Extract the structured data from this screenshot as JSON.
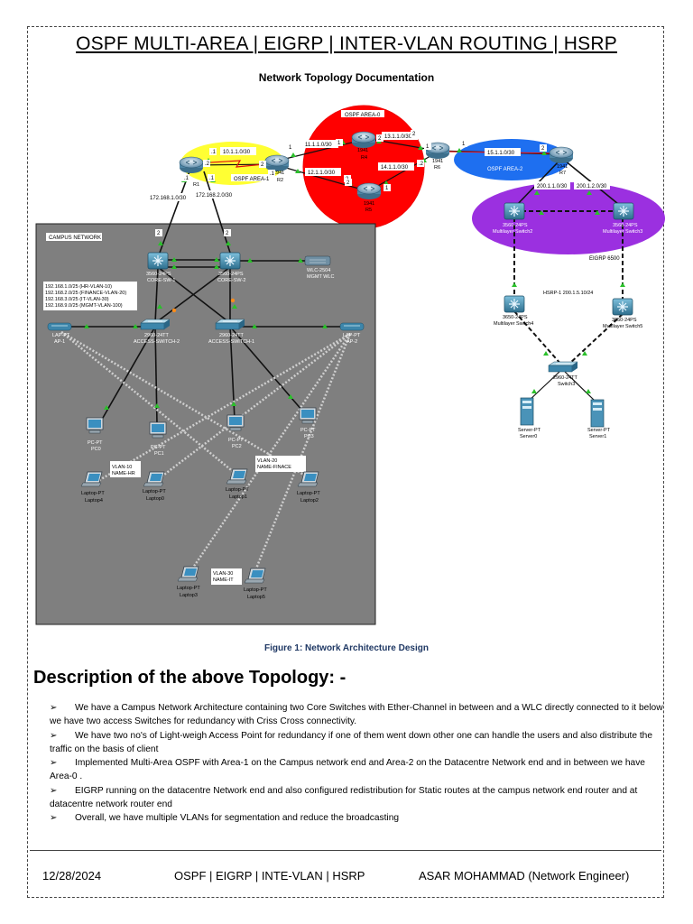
{
  "header": {
    "title": "OSPF MULTI-AREA | EIGRP | INTER-VLAN ROUTING | HSRP",
    "subtitle": "Network Topology Documentation"
  },
  "diagram": {
    "areas": {
      "area0": "OSPF AREA-0",
      "area1": "OSPF AREA-1",
      "area2": "OSPF AREA-2",
      "campus": "CAMPUS NETWORK",
      "eigrp": "EIGRP 6500"
    },
    "routers": {
      "r1": "R1",
      "r2_model": "1941",
      "r2": "R2",
      "r4_model": "1941",
      "r4": "R4",
      "r5_model": "1941",
      "r5": "R5",
      "r6_model": "1941",
      "r6": "R6",
      "r7_model": "1941",
      "r7": "R7"
    },
    "links": {
      "l1": "10.1.1.0/30",
      "l2": "11.1.1.0/30",
      "l3": "12.1.1.0/30",
      "l4": "13.1.1.0/30",
      "l5": "14.1.1.0/30",
      "l6": "15.1.1.0/30",
      "l7": "172.168.1.0/30",
      "l8": "172.168.2.0/30",
      "l9": "200.1.1.0/30",
      "l10": "200.1.2.0/30"
    },
    "port_numbers": {
      "p1": ".1",
      "p2": "2",
      "p3": ".2",
      "p4": "1",
      "p5": ".1",
      "p6": "2",
      "p7": "1",
      "p8": "2",
      "p9": ".2",
      "p10": "1",
      "p11": "2",
      "p12": "1",
      "p13": "2",
      "p14": "1",
      "p15": "2",
      "p16": ".1",
      "p17": ".1",
      "p18": "2",
      "p19": "2"
    },
    "campus": {
      "core1_model": "3560-24PS",
      "core1": "CORE-SW-1",
      "core2_model": "3560-24PS",
      "core2": "CORE-SW-2",
      "wlc_model": "WLC-2504",
      "wlc": "MGMT WLC",
      "subnets": [
        "192.168.1.0/25 (HR-VLAN-10)",
        "192.168.2.0/25 (FINANCE-VLAN-20)",
        "192.168.3.0/25 (IT-VLAN-30)",
        "192.168.9.0/25 (MGMT-VLAN-100)"
      ],
      "ap1_model": "LAP-PT",
      "ap1": "AP-1",
      "ap2_model": "LAP-PT",
      "ap2": "AP-2",
      "acc2_model": "2960-24TT",
      "acc2": "ACCESS-SWITCH-2",
      "acc1_model": "2960-24TT",
      "acc1": "ACCESS-SWITCH-1",
      "pc0_model": "PC-PT",
      "pc0": "PC0",
      "pc1_model": "PC-PT",
      "pc1": "PC1",
      "pc2_model": "PC-PT",
      "pc2": "PC2",
      "pc3_model": "PC-PT",
      "pc3": "PC3",
      "vlan10_a": "VLAN-10",
      "vlan10_b": "NAME-HR",
      "vlan20_a": "VLAN-20",
      "vlan20_b": "NAME-FINACE",
      "vlan30_a": "VLAN-30",
      "vlan30_b": "NAME-IT",
      "lap4_model": "Laptop-PT",
      "lap4": "Laptop4",
      "lap0_model": "Laptop-PT",
      "lap0": "Laptop0",
      "lap1_model": "Laptop-PT",
      "lap1": "Laptop1",
      "lap2_model": "Laptop-PT",
      "lap2": "Laptop2",
      "lap3_model": "Laptop-PT",
      "lap3": "Laptop3",
      "lap5_model": "Laptop-PT",
      "lap5": "Laptop5"
    },
    "datacentre": {
      "msw2_model": "3560-24PS",
      "msw2": "Multilayer Switch2",
      "msw3_model": "3560-24PS",
      "msw3": "Multilayer Switch3",
      "hsrp": "HSRP-1 200.1.5.10/24",
      "msw4_model": "3650-24PS",
      "msw4": "Multilayer Switch4",
      "msw5_model": "3650-24PS",
      "msw5": "Multilayer Switch5",
      "sw_model": "2960-24TT",
      "sw": "Switch3",
      "srv0_model": "Server-PT",
      "srv0": "Server0",
      "srv1_model": "Server-PT",
      "srv1": "Server1"
    }
  },
  "caption": "Figure 1: Network Architecture Design",
  "description": {
    "heading": "Description of the above Topology: -",
    "bullet_symbol": "➢",
    "items": [
      "We have a Campus Network Architecture containing two Core Switches with Ether-Channel in between and a WLC directly connected to it below we have two access Switches for redundancy with Criss Cross connectivity.",
      "We have two no's of Light-weigh Access Point for redundancy if one of them went down other one can handle the users and also distribute the traffic on the basis of client",
      "Implemented Multi-Area OSPF with Area-1 on the Campus network end and Area-2 on the Datacentre Network end and in between we have Area-0 .",
      "EIGRP running on the datacentre Network end and also configured redistribution for Static routes at the campus network end router and at datacentre network router end",
      "Overall, we have multiple VLANs for segmentation and reduce the broadcasting"
    ]
  },
  "footer": {
    "date": "12/28/2024",
    "topics": "OSPF | EIGRP | INTE-VLAN | HSRP",
    "author": "ASAR MOHAMMAD (Network Engineer)"
  },
  "colors": {
    "area0": "#ff0000",
    "area1": "#ffff33",
    "area2": "#1e6ff0",
    "eigrp": "#9b30e0",
    "campus_bg": "#7f7f7f",
    "caption": "#1f3864",
    "link_green": "#2bc02b",
    "link_red": "#e01010"
  }
}
